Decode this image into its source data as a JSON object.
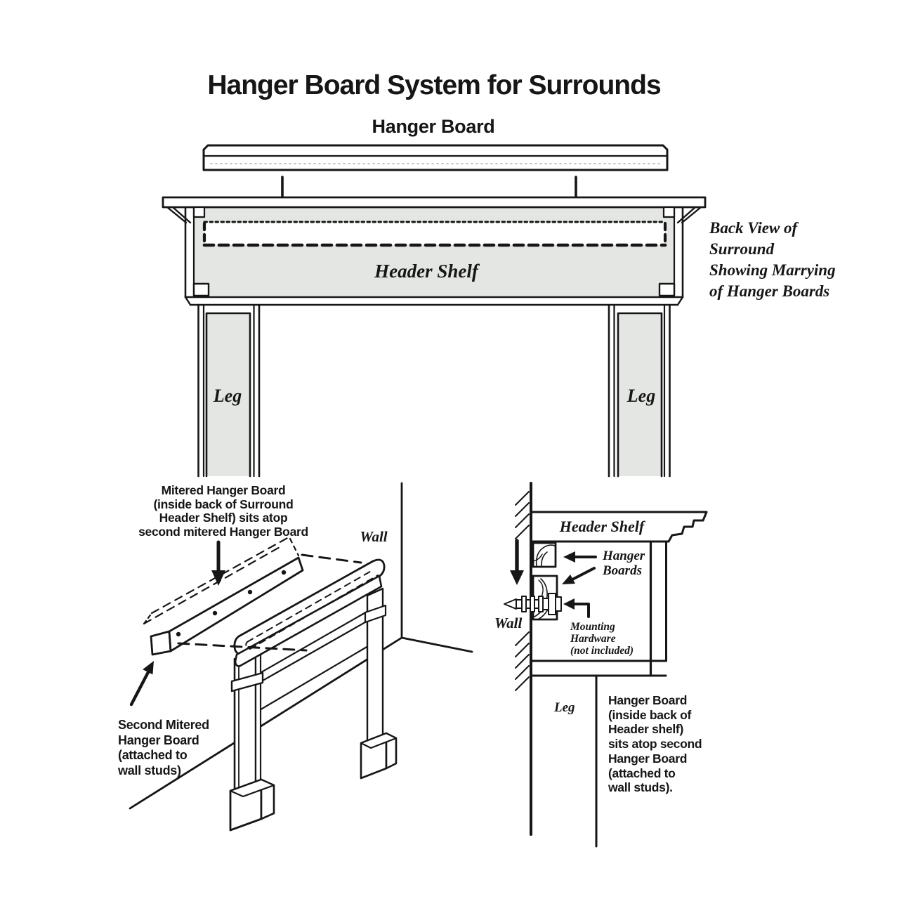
{
  "title": "Hanger Board System for Surrounds",
  "colors": {
    "ink": "#161616",
    "panel_gray": "#e4e6e3"
  },
  "back_view": {
    "board_label": "Hanger Board",
    "header_label": "Header Shelf",
    "left_leg_label": "Leg",
    "right_leg_label": "Leg",
    "caption": "Back View of\nSurround\nShowing Marrying\nof Hanger Boards"
  },
  "iso_view": {
    "annotation_top": "Mitered Hanger Board\n(inside back of Surround\nHeader Shelf) sits atop\nsecond mitered Hanger Board",
    "wall_label": "Wall",
    "annotation_left": "Second Mitered\nHanger Board\n(attached to\nwall studs)"
  },
  "section_view": {
    "header_label": "Header Shelf",
    "hanger_boards_label": "Hanger\nBoards",
    "wall_label": "Wall",
    "mounting_label": "Mounting\nHardware\n(not included)",
    "leg_label": "Leg",
    "note": "Hanger Board\n(inside back of\nHeader shelf)\nsits atop second\nHanger Board\n(attached to\nwall studs)."
  }
}
